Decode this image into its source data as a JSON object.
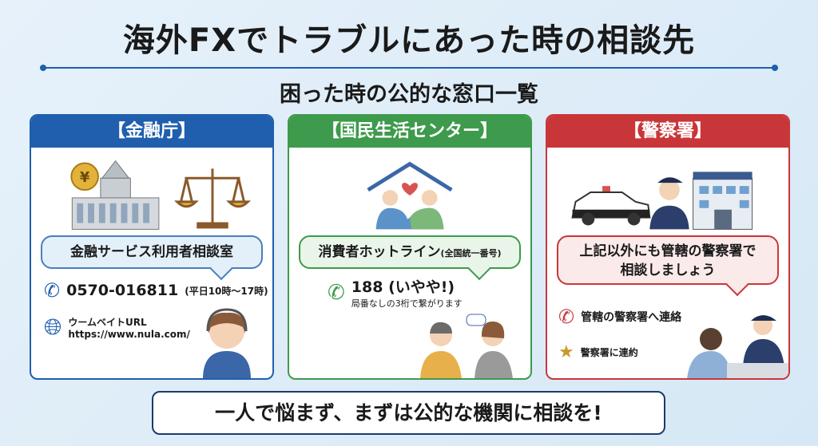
{
  "title": "海外FXでトラブルにあった時の相談先",
  "subtitle": "困った時の公的な窓口一覧",
  "cards": [
    {
      "header": "【金融庁】",
      "bubble": "金融サービス利用者相談室",
      "phone": "0570-016811",
      "hours": "(平日10時〜17時)",
      "web_label": "ウームベイトURL",
      "web_url": "https://www.nula.com/",
      "currency_symbol": "¥",
      "color": "#1f5fae"
    },
    {
      "header": "【国民生活センター】",
      "bubble": "消費者ホットライン",
      "bubble_note": "(全国統一番号)",
      "phone": "188 (いやや!)",
      "phone_note": "局番なしの3桁で繋がります",
      "color": "#3e9a4c"
    },
    {
      "header": "【警察署】",
      "bubble_line1": "上記以外にも管轄の警察署で",
      "bubble_line2": "相談しましょう",
      "item1": "管轄の警察署へ連絡",
      "item2": "警察署に連約",
      "color": "#c9363a"
    }
  ],
  "banner": "一人で悩まず、まずは公的な機関に相談を!"
}
